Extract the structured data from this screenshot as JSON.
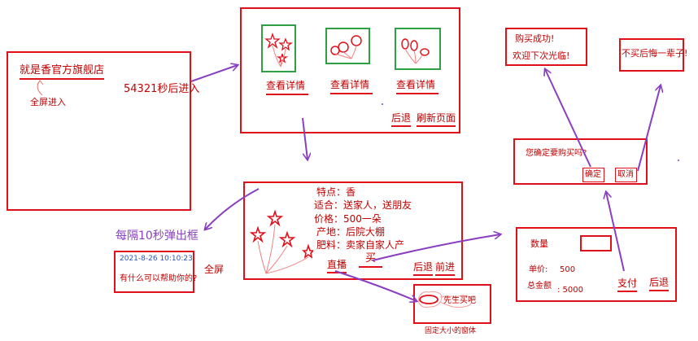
{
  "store": {
    "name": "就是香官方旗舰店",
    "fullscreen_enter": "全屏进入",
    "countdown": "54321秒后进入"
  },
  "products": {
    "items": [
      {
        "detail_label": "查看详情"
      },
      {
        "detail_label": "查看详情"
      },
      {
        "detail_label": "查看详情"
      }
    ],
    "back_label": "后退",
    "refresh_label": "刷新页面"
  },
  "detail": {
    "features": "特点：香",
    "suitable": "适合：送家人，送朋友",
    "price": "价格：500一朵",
    "origin": "产地：后院大棚",
    "fertilizer": "肥料：卖家自家人产",
    "buy_label": "买",
    "live_label": "直播",
    "back_label": "后退",
    "forward_label": "前进"
  },
  "popup": {
    "caption": "每隔10秒弹出框",
    "timestamp": "2021-8-26 10:10:23",
    "message": "有什么可以帮助你的?",
    "fullscreen": "全屏"
  },
  "live_window": {
    "bubble": "先生买吧",
    "caption": "固定大小的窗体"
  },
  "order": {
    "quantity_label": "数量",
    "unit_price_label": "单价:",
    "unit_price_value": "500",
    "total_label": "总金额",
    "total_value": ": 5000",
    "pay_label": "支付",
    "back_label": "后退"
  },
  "confirm": {
    "question": "您确定要购买吗?",
    "ok_label": "确定",
    "cancel_label": "取消"
  },
  "success": {
    "line1": "购买成功!",
    "line2": "欢迎下次光临!"
  },
  "regret": {
    "text": "不买后悔一辈子!"
  },
  "colors": {
    "frame": "#e0101a",
    "arrow": "#8a3fc0",
    "thumb_border": "#2ea043",
    "popup_text": "#2a55b8"
  }
}
